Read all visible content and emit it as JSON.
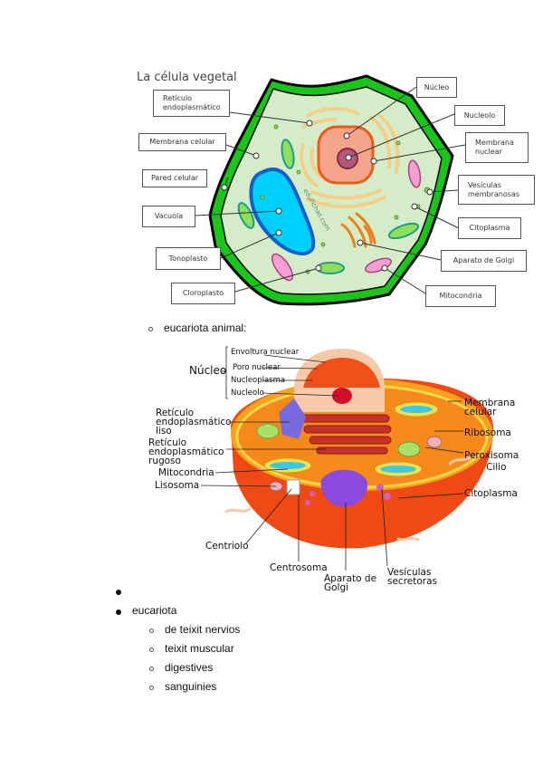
{
  "plant_cell": {
    "title": "La célula vegetal",
    "watermark": "eduFichas.com",
    "labels": {
      "reticulo": "Retículo endoplasmático",
      "membrana_celular": "Membrana celular",
      "pared_celular": "Pared celular",
      "vacuola": "Vacuola",
      "tonoplasto": "Tonoplasto",
      "cloroplasto": "Cloroplasto",
      "nucleo": "Núcleo",
      "nucleolo": "Nucleolo",
      "membrana_nuclear": "Membrana nuclear",
      "vesiculas": "Vesículas membranosas",
      "citoplasma": "Citoplasma",
      "golgi": "Aparato de Golgi",
      "mitocondria": "Mitocondria"
    }
  },
  "sublist_animal": {
    "bullet": "○",
    "text": "eucariota animal:"
  },
  "animal_cell": {
    "labels": {
      "nucleo": "Núcleo",
      "envoltura": "Envoltura nuclear",
      "poro": "Poro nuclear",
      "nucleoplasma": "Nucleoplasma",
      "nucleolo": "Nucleolo",
      "rel_1": "Retículo",
      "rel_2": "endoplasmático",
      "rel_3": "liso",
      "rer_1": "Retículo",
      "rer_2": "endoplasmático",
      "rer_3": "rugoso",
      "mitocondria": "Mitocondria",
      "lisosoma": "Lisosoma",
      "centriolo": "Centriolo",
      "centrosoma": "Centrosoma",
      "golgi_1": "Aparato de",
      "golgi_2": "Golgi",
      "vesiculas_1": "Vesículas",
      "vesiculas_2": "secretoras",
      "citoplasma": "Citoplasma",
      "cilio": "Cilio",
      "peroxisoma": "Peroxisoma",
      "ribosoma": "Ribosoma",
      "membrana_1": "Membrana",
      "membrana_2": "celular"
    }
  },
  "main_list": {
    "items": [
      {
        "text": ""
      },
      {
        "text": "eucariota",
        "children": [
          "de teixit nervios",
          "teixit muscular",
          "digestives",
          "sanguinies"
        ]
      }
    ]
  }
}
